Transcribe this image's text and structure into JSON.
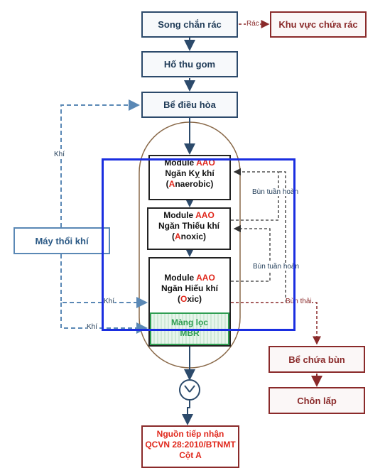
{
  "nodes": {
    "screen": "Song chắn rác",
    "trash_area": "Khu vực chứa rác",
    "collection_tank": "Hố thu gom",
    "equalization_tank": "Bể điều hòa",
    "blower": "Máy thổi khí",
    "sludge_tank": "Bể chứa bùn",
    "landfill": "Chôn lấp",
    "receiving_line1": "Nguồn tiếp nhận",
    "receiving_line2": "QCVN 28:2010/BTNMT",
    "receiving_line3": "Cột A"
  },
  "modules": {
    "anaerobic": {
      "line1": "Module ",
      "aao": "AAO",
      "line2": "Ngăn Kỵ khí",
      "paren_open": "(",
      "letter": "A",
      "rest": "naerobic)"
    },
    "anoxic": {
      "line1": "Module ",
      "aao": "AAO",
      "line2": "Ngăn Thiếu khí",
      "paren_open": "(",
      "letter": "A",
      "rest": "noxic)"
    },
    "oxic": {
      "line1": "Module ",
      "aao": "AAO",
      "line2": "Ngăn Hiếu khí",
      "paren_open": "(",
      "letter": "O",
      "rest": "xic)"
    },
    "mbr_line1": "Màng lọc",
    "mbr_line2": "MBR"
  },
  "labels": {
    "rac": "Rác",
    "khi_top": "Khí",
    "khi_mid": "Khí",
    "khi_bottom": "Khí",
    "bun_tuan_hoan_1": "Bùn tuần hoàn",
    "bun_tuan_hoan_2": "Bùn tuần hoàn",
    "bun_thai": "Bùn thải"
  },
  "colors": {
    "navy": "#2c4a6b",
    "dark_red": "#8a2a2a",
    "highlight_blue": "#1a2ee0",
    "mbr_green": "#2f9e52",
    "air_line": "#5a88b5"
  }
}
